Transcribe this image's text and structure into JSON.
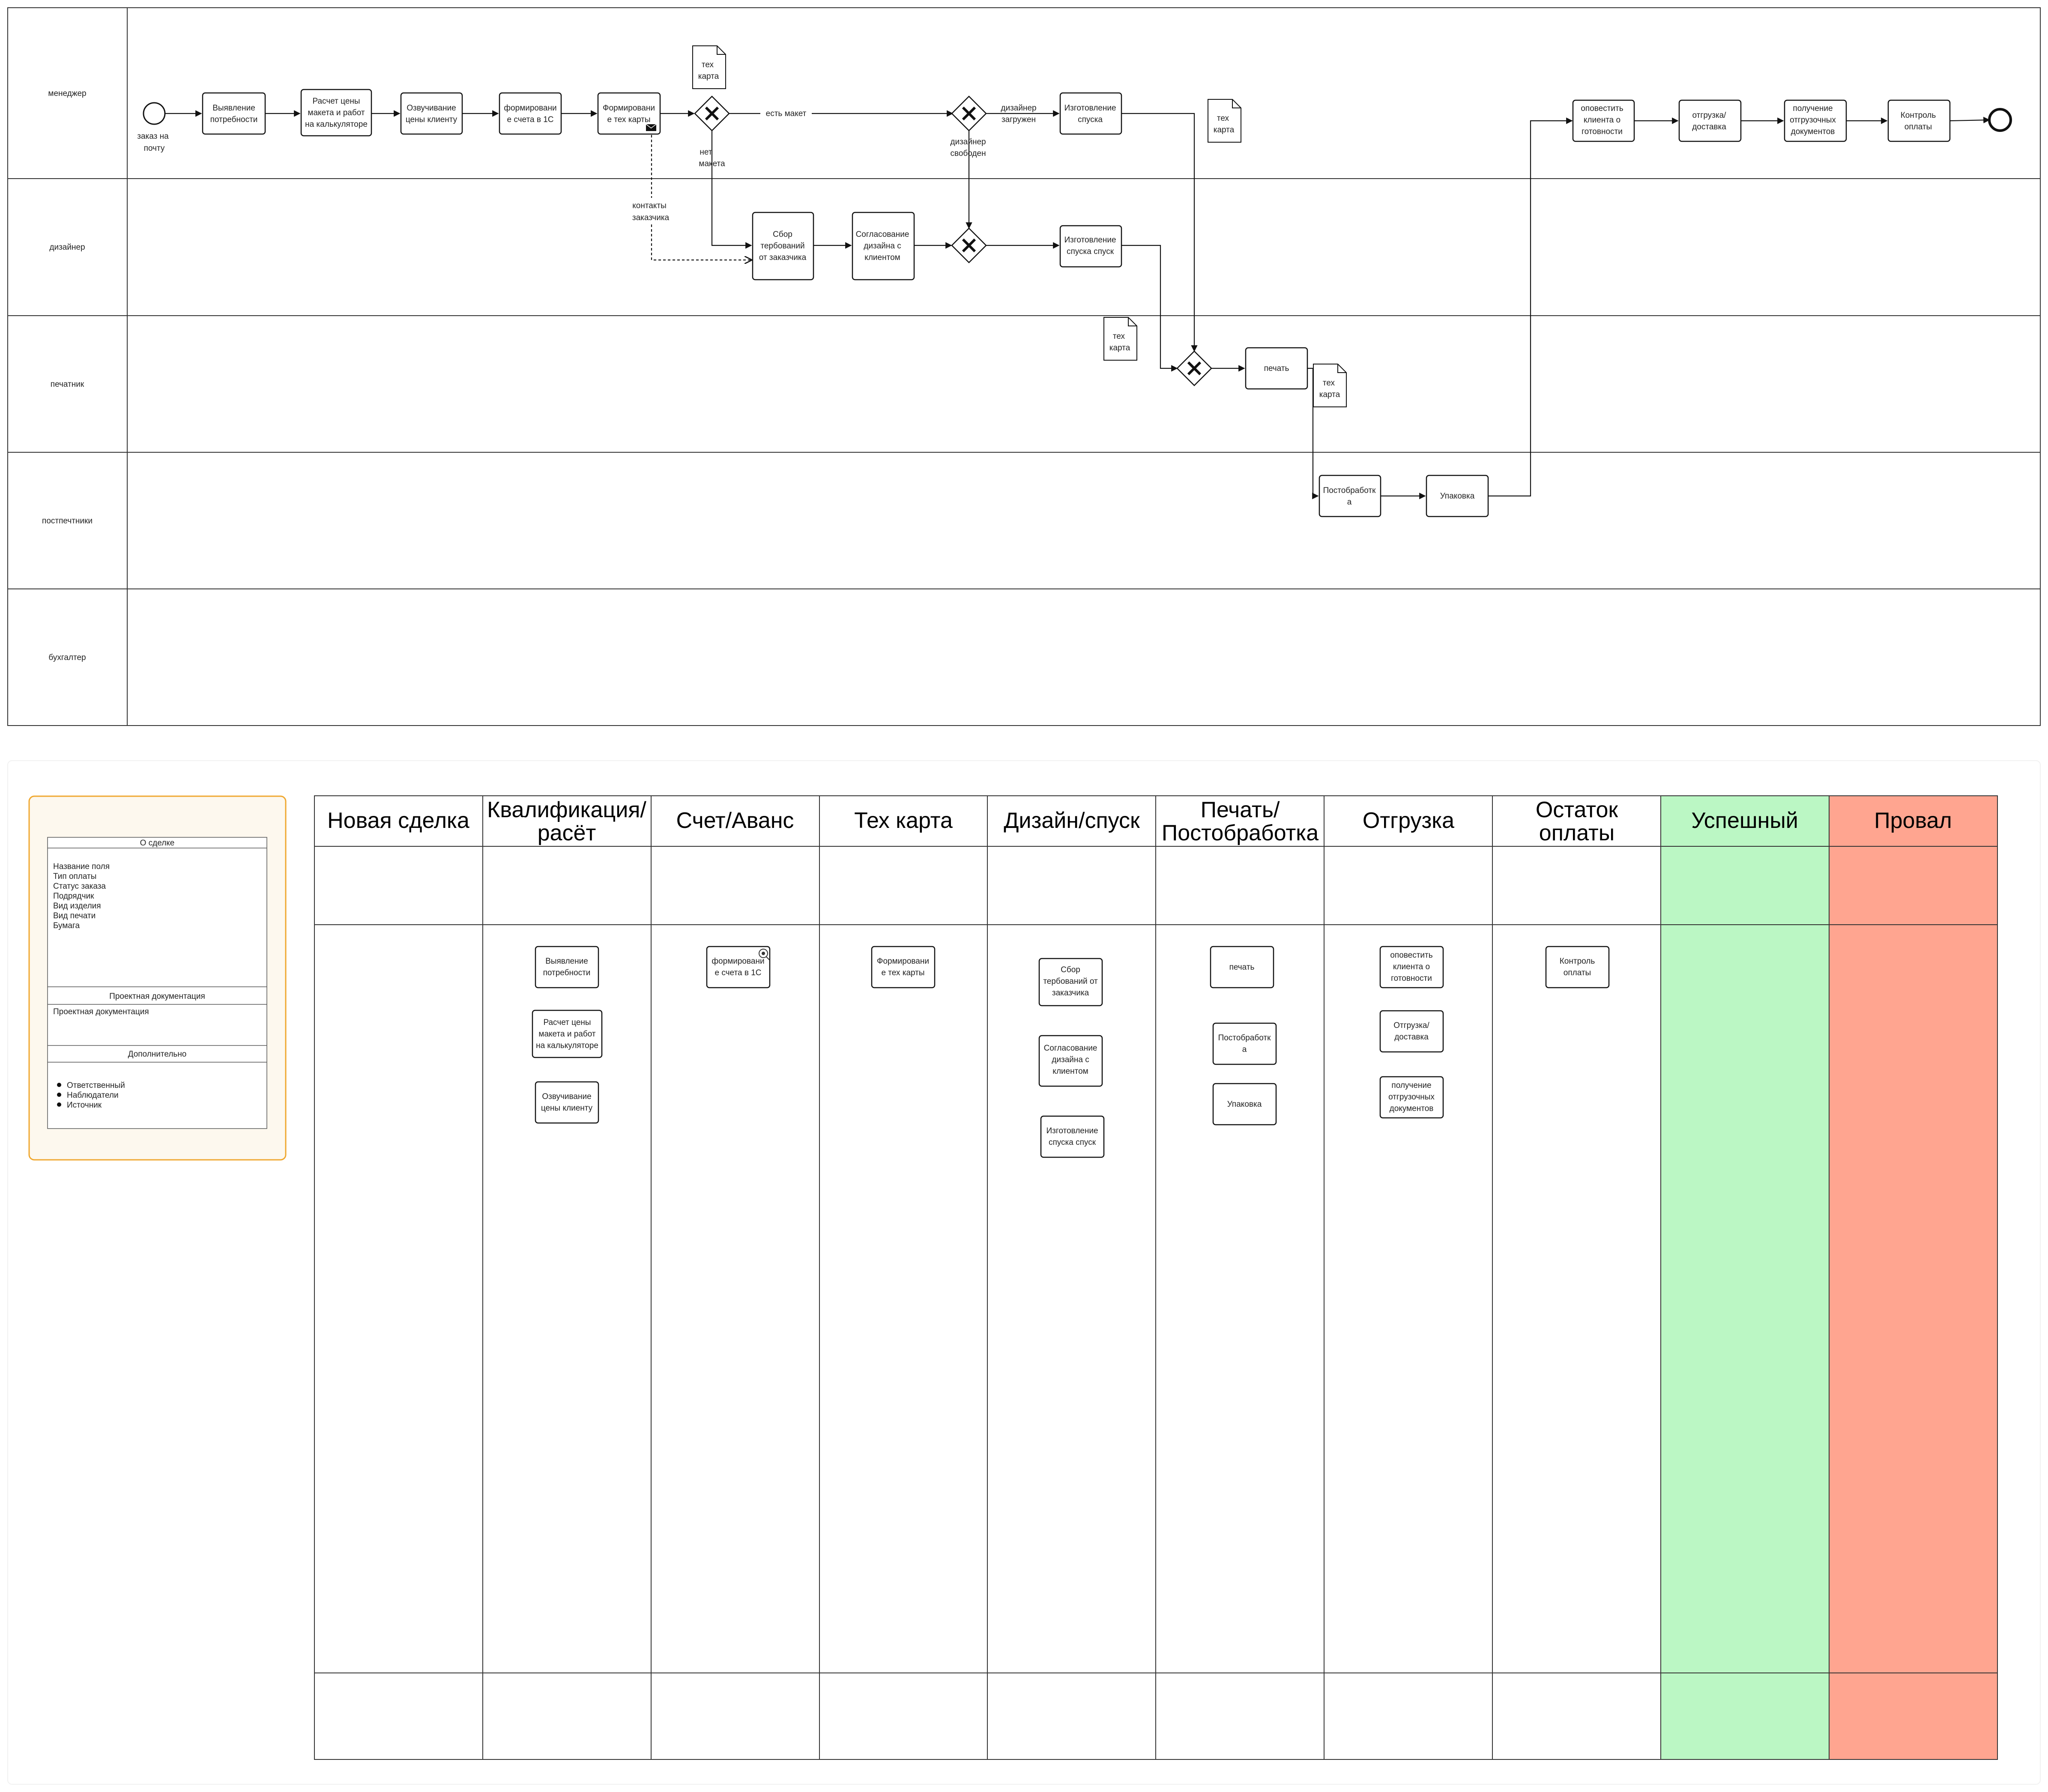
{
  "process": {
    "lanes": [
      "менеджер",
      "дизайнер",
      "печатник",
      "постпечтники",
      "бухгалтер"
    ],
    "start_event_label": [
      "заказ на",
      "почту"
    ],
    "tasks": {
      "t1": [
        "Выявление",
        "потребности"
      ],
      "t2": [
        "Расчет цены",
        "макета и работ",
        "на калькуляторе"
      ],
      "t3": [
        "Озвучивание",
        "цены клиенту"
      ],
      "t4": [
        "формировани",
        "е счета в 1С"
      ],
      "t5": [
        "Формировани",
        "е тех карты"
      ],
      "t6": [
        "Изготовление",
        "спуска"
      ],
      "t7": [
        "оповестить",
        "клиента о",
        "готовности"
      ],
      "t8": [
        "отгрузка/",
        "доставка"
      ],
      "t9": [
        "получение",
        "отгрузочных",
        "документов"
      ],
      "t10": [
        "Контроль",
        "оплаты"
      ],
      "t11": [
        "Сбор",
        "тербований",
        "от заказчика"
      ],
      "t12": [
        "Согласование",
        "дизайна с",
        "клиентом"
      ],
      "t13": [
        "Изготовление",
        "спуска спуск"
      ],
      "t14": [
        "печать"
      ],
      "t15": [
        "Постобработк",
        "а"
      ],
      "t16": [
        "Упаковка"
      ]
    },
    "documents": {
      "d1": [
        "тех",
        "карта"
      ],
      "d2": [
        "тех",
        "карта"
      ],
      "d3": [
        "тех",
        "карта"
      ],
      "d4": [
        "тех",
        "карта"
      ]
    },
    "flow_labels": {
      "has_layout": "есть макет",
      "no_layout": [
        "нет",
        "макета"
      ],
      "designer_loaded": [
        "дизайнер",
        "загружен"
      ],
      "designer_free": [
        "дизайнер",
        "свободен"
      ],
      "client_contacts": [
        "контакты",
        "заказчика"
      ]
    }
  },
  "deal_form": {
    "section_about": "О сделке",
    "fields": [
      "Название поля",
      "Тип оплаты",
      "Статус заказа",
      "Подрядчик",
      "Вид изделия",
      "Вид печати",
      "Бумага"
    ],
    "section_docs": "Проектная документация",
    "docs_body": "Проектная документация",
    "section_extra": "Дополнительно",
    "extra_items": [
      "Ответственный",
      "Наблюдатели",
      "Источник"
    ]
  },
  "board": {
    "columns": [
      {
        "title": [
          "Новая сделка"
        ],
        "color": "#ffffff"
      },
      {
        "title": [
          "Квалификация/",
          "расёт"
        ],
        "color": "#ffffff"
      },
      {
        "title": [
          "Счет/Аванс"
        ],
        "color": "#ffffff"
      },
      {
        "title": [
          "Тех карта"
        ],
        "color": "#ffffff"
      },
      {
        "title": [
          "Дизайн/спуск"
        ],
        "color": "#ffffff"
      },
      {
        "title": [
          "Печать/",
          "Постобработка"
        ],
        "color": "#ffffff"
      },
      {
        "title": [
          "Отгрузка"
        ],
        "color": "#ffffff"
      },
      {
        "title": [
          "Остаток",
          "оплаты"
        ],
        "color": "#ffffff"
      },
      {
        "title": [
          "Успешный"
        ],
        "color": "#bbf7c4"
      },
      {
        "title": [
          "Провал"
        ],
        "color": "#ffa590"
      }
    ],
    "cards": {
      "c1": [
        "Выявление",
        "потребности"
      ],
      "c2": [
        "Расчет цены",
        "макета и работ",
        "на калькуляторе"
      ],
      "c3": [
        "Озвучивание",
        "цены клиенту"
      ],
      "c4": [
        "формировани",
        "е счета в 1С"
      ],
      "c5": [
        "Формировани",
        "е тех карты"
      ],
      "c6": [
        "Сбор",
        "тербований от",
        "заказчика"
      ],
      "c7": [
        "Согласование",
        "дизайна с",
        "клиентом"
      ],
      "c8": [
        "Изготовление",
        "спуска спуск"
      ],
      "c9": [
        "печать"
      ],
      "c10": [
        "Постобработк",
        "а"
      ],
      "c11": [
        "Упаковка"
      ],
      "c12": [
        "оповестить",
        "клиента о",
        "готовности"
      ],
      "c13": [
        "Отгрузка/",
        "доставка"
      ],
      "c14": [
        "получение",
        "отгрузочных",
        "документов"
      ],
      "c15": [
        "Контроль",
        "оплаты"
      ]
    }
  },
  "colors": {
    "line": "#222222",
    "form_border": "#f0a830",
    "form_fill": "#fdf8ee",
    "success": "#bbf7c4",
    "fail": "#ffa590"
  }
}
